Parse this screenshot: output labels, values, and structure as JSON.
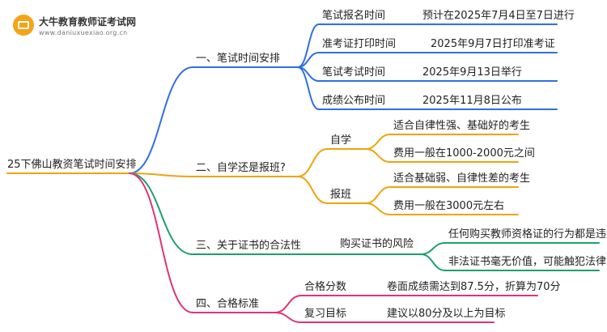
{
  "brand": {
    "name": "大牛教育教师证考试网",
    "url": "www.daniuxuexiao.org.cn"
  },
  "colors": {
    "branch1": "#2f6fe4",
    "branch2": "#f0a30c",
    "branch3": "#1ca06a",
    "branch4": "#e0337a",
    "root_line": "#f0a30c",
    "logo": "#f3a417"
  },
  "root": "25下佛山教资笔试时间安排",
  "branches": [
    {
      "label": "一、笔试时间安排",
      "children": [
        {
          "label": "笔试报名时间",
          "detail": "预计在2025年7月4日至7日进行"
        },
        {
          "label": "准考证打印时间",
          "detail": "2025年9月7日打印准考证"
        },
        {
          "label": "笔试考试时间",
          "detail": "2025年9月13日举行"
        },
        {
          "label": "成绩公布时间",
          "detail": "2025年11月8日公布"
        }
      ]
    },
    {
      "label": "二、自学还是报班?",
      "children": [
        {
          "label": "自学",
          "details": [
            "适合自律性强、基础好的考生",
            "费用一般在1000-2000元之间"
          ]
        },
        {
          "label": "报班",
          "details": [
            "适合基础弱、自律性差的考生",
            "费用一般在3000元左右"
          ]
        }
      ]
    },
    {
      "label": "三、关于证书的合法性",
      "children": [
        {
          "label": "购买证书的风险",
          "details": [
            "任何购买教师资格证的行为都是违法的",
            "非法证书毫无价值，可能触犯法律"
          ]
        }
      ]
    },
    {
      "label": "四、合格标准",
      "children": [
        {
          "label": "合格分数",
          "detail": "卷面成绩需达到87.5分，折算为70分"
        },
        {
          "label": "复习目标",
          "detail": "建议以80分及以上为目标"
        }
      ]
    }
  ]
}
